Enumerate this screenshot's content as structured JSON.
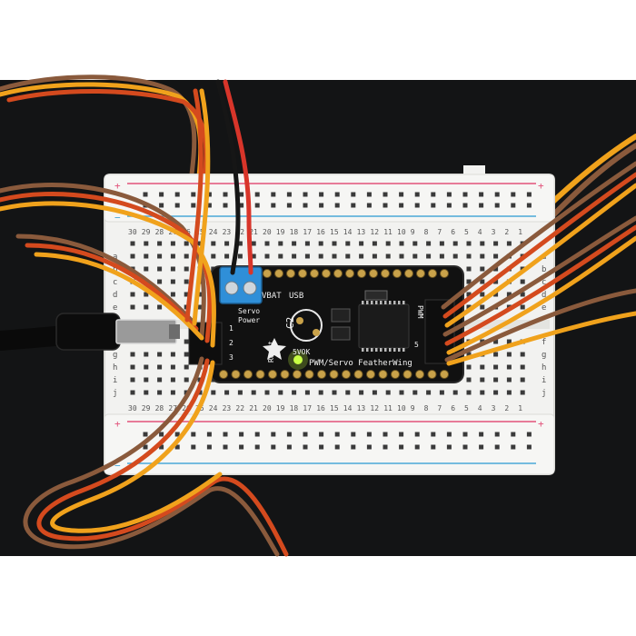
{
  "board": {
    "title": "PWM/Servo FeatherWing",
    "cap": "C2",
    "vbat": "VBAT",
    "usb": "USB",
    "servo": "Servo",
    "power": "Power",
    "reset": "Reset",
    "led": "5VOK",
    "pwm": "PWM",
    "left_pins": [
      "1",
      "2",
      "3"
    ],
    "right_pin": "5"
  },
  "breadboard": {
    "columns_top": [
      "30",
      "29",
      "28",
      "27",
      "26",
      "25",
      "24",
      "23",
      "22",
      "21",
      "20",
      "19",
      "18",
      "17",
      "16",
      "15",
      "14",
      "13",
      "12",
      "11",
      "10",
      "9",
      "8",
      "7",
      "6",
      "5",
      "4",
      "3",
      "2",
      "1"
    ],
    "columns_bottom": [
      "30",
      "29",
      "28",
      "27",
      "26",
      "25",
      "24",
      "23",
      "22",
      "21",
      "20",
      "19",
      "18",
      "17",
      "16",
      "15",
      "14",
      "13",
      "12",
      "11",
      "10",
      "9",
      "8",
      "7",
      "6",
      "5",
      "4",
      "3",
      "2",
      "1"
    ],
    "rows_left_top": [
      "a",
      "b",
      "c",
      "d",
      "e"
    ],
    "rows_right_top": [
      "a",
      "b",
      "c",
      "d",
      "e"
    ],
    "rows_left_bottom": [
      "f",
      "g",
      "h",
      "i",
      "j"
    ],
    "rows_right_bottom": [
      "f",
      "g",
      "h",
      "i",
      "j"
    ],
    "rail_plus": "+",
    "rail_minus": "−"
  },
  "colors": {
    "background": "#121314",
    "board_pcb": "#111111",
    "breadboard": "#f2f2f0",
    "rail_red": "#e2527a",
    "rail_blue": "#4aa8d8",
    "wire_brown": "#8a5a3c",
    "wire_red": "#d44a1e",
    "wire_orange": "#f0a21c",
    "terminal_blue": "#2f8fd8",
    "led_green": "#c8ff44"
  }
}
